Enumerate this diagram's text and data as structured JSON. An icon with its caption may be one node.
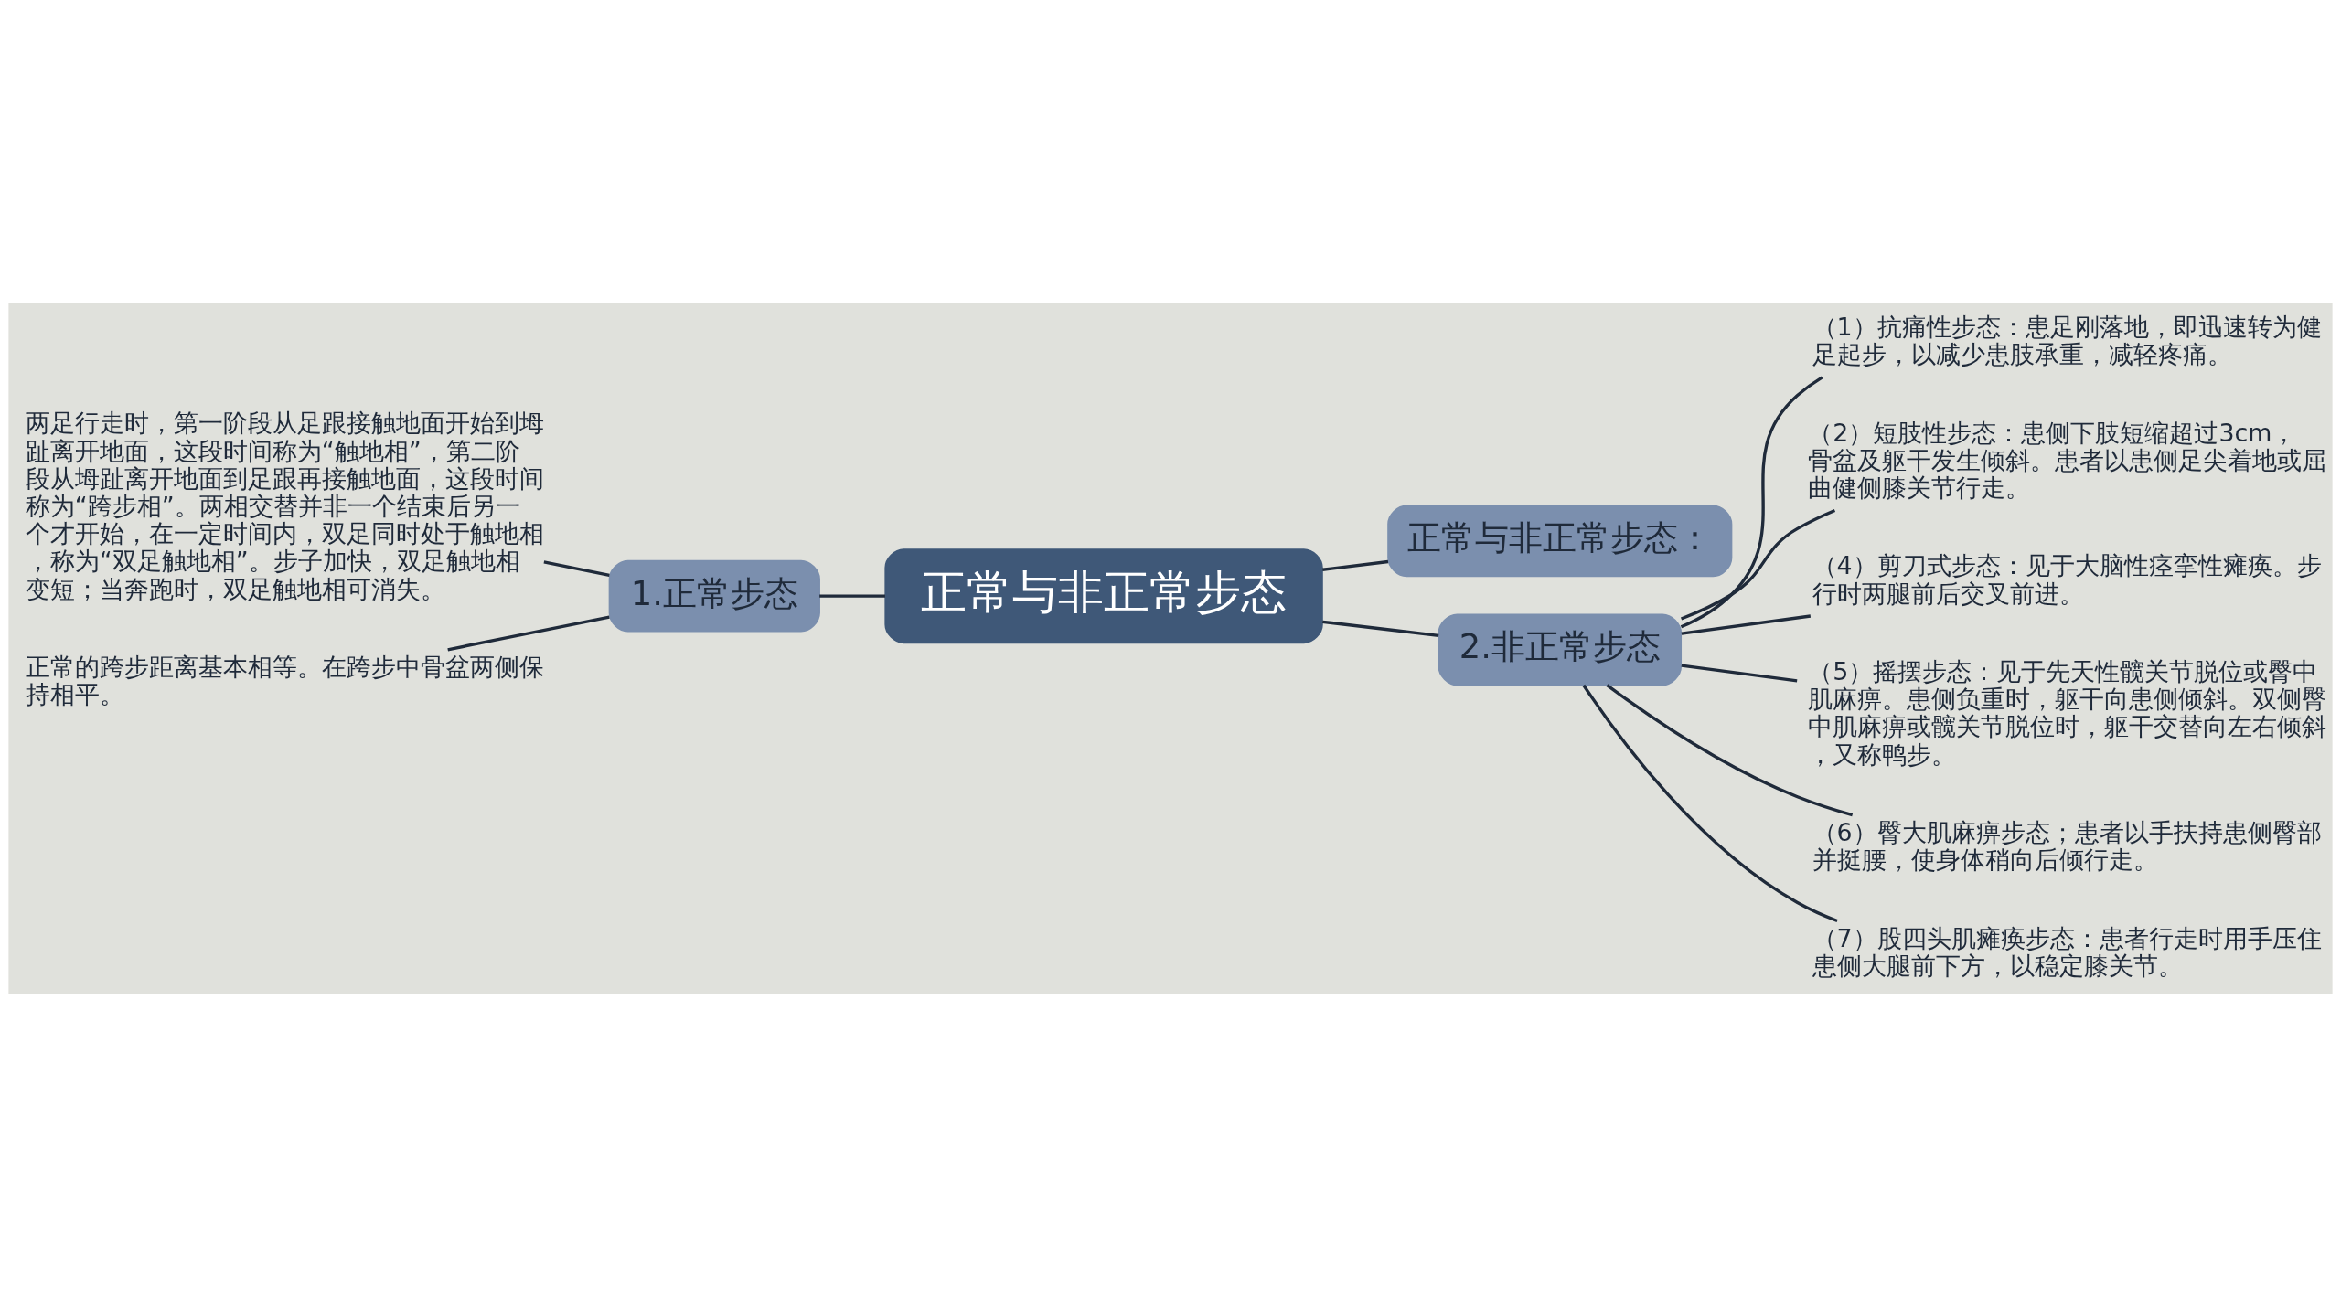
{
  "diagram": {
    "nodes": [
      {
        "text": [
          "正常与非正常步态"
        ]
      },
      {
        "text": [
          "1.正常步态"
        ]
      },
      {
        "text": [
          "两足行走时，第一阶段从足跟接触地面开始到坶趾离开地面，这段时间称为“触地相”，第二阶段从坶趾离开地面到足跟再接触地面，这段时间称为“跨步相”。两相交替并非一个结束后另一个才开始，在一定时间内，双足同时处于触地相，称为“双足触地相”。步子加快，双足触地相变短；当奔跑时，双足触地相可消失。"
        ]
      },
      {
        "text": [
          "正常的跨步距离基本相等。在跨步中骨盆两侧保持相平。"
        ]
      },
      {
        "text": [
          "正常与非正常步态："
        ]
      },
      {
        "text": [
          "2.非正常步态"
        ]
      },
      {
        "text": [
          "（1）抗痛性步态：患足刚落地，即迅速转为健足起步，以减少患肢承重，减轻疼痛。"
        ]
      },
      {
        "text": [
          "（2）短肢性步态：患侧下肢短缩超过3cm，骨盆及躯干发生倾斜。患者以患侧足尖着地或屈曲健侧膝关节行走。"
        ]
      },
      {
        "text": [
          "（4）剪刀式步态：见于大脑性痉挛性瘫痪。步行时两腿前后交叉前进。"
        ]
      },
      {
        "text": [
          "（5）摇摆步态：见于先天性髋关节脱位或臀中肌麻痹。患侧负重时，躯干向患侧倾斜。双侧臀中肌麻痹或髋关节脱位时，躯干交替向左右倾斜，又称鸭步。"
        ]
      },
      {
        "text": [
          "（6）臀大肌麻痹步态；患者以手扶持患侧臀部并挺腰，使身体稍向后倾行走。"
        ]
      },
      {
        "text": [
          "（7）股四头肌瘫痪步态：患者行走时用手压住患侧大腿前下方，以稳定膝关节。"
        ]
      }
    ],
    "edges": [
      {
        "from": 0,
        "to": 1,
        "arrow": "none"
      },
      {
        "from": 1,
        "to": 2,
        "arrow": "none"
      },
      {
        "from": 1,
        "to": 3,
        "arrow": "none"
      },
      {
        "from": 0,
        "to": 4,
        "arrow": "none"
      },
      {
        "from": 0,
        "to": 5,
        "arrow": "none"
      },
      {
        "from": 5,
        "to": 6,
        "arrow": "none"
      },
      {
        "from": 5,
        "to": 7,
        "arrow": "none"
      },
      {
        "from": 5,
        "to": 8,
        "arrow": "none"
      },
      {
        "from": 5,
        "to": 9,
        "arrow": "none"
      },
      {
        "from": 5,
        "to": 10,
        "arrow": "none"
      },
      {
        "from": 5,
        "to": 11,
        "arrow": "none"
      }
    ]
  }
}
